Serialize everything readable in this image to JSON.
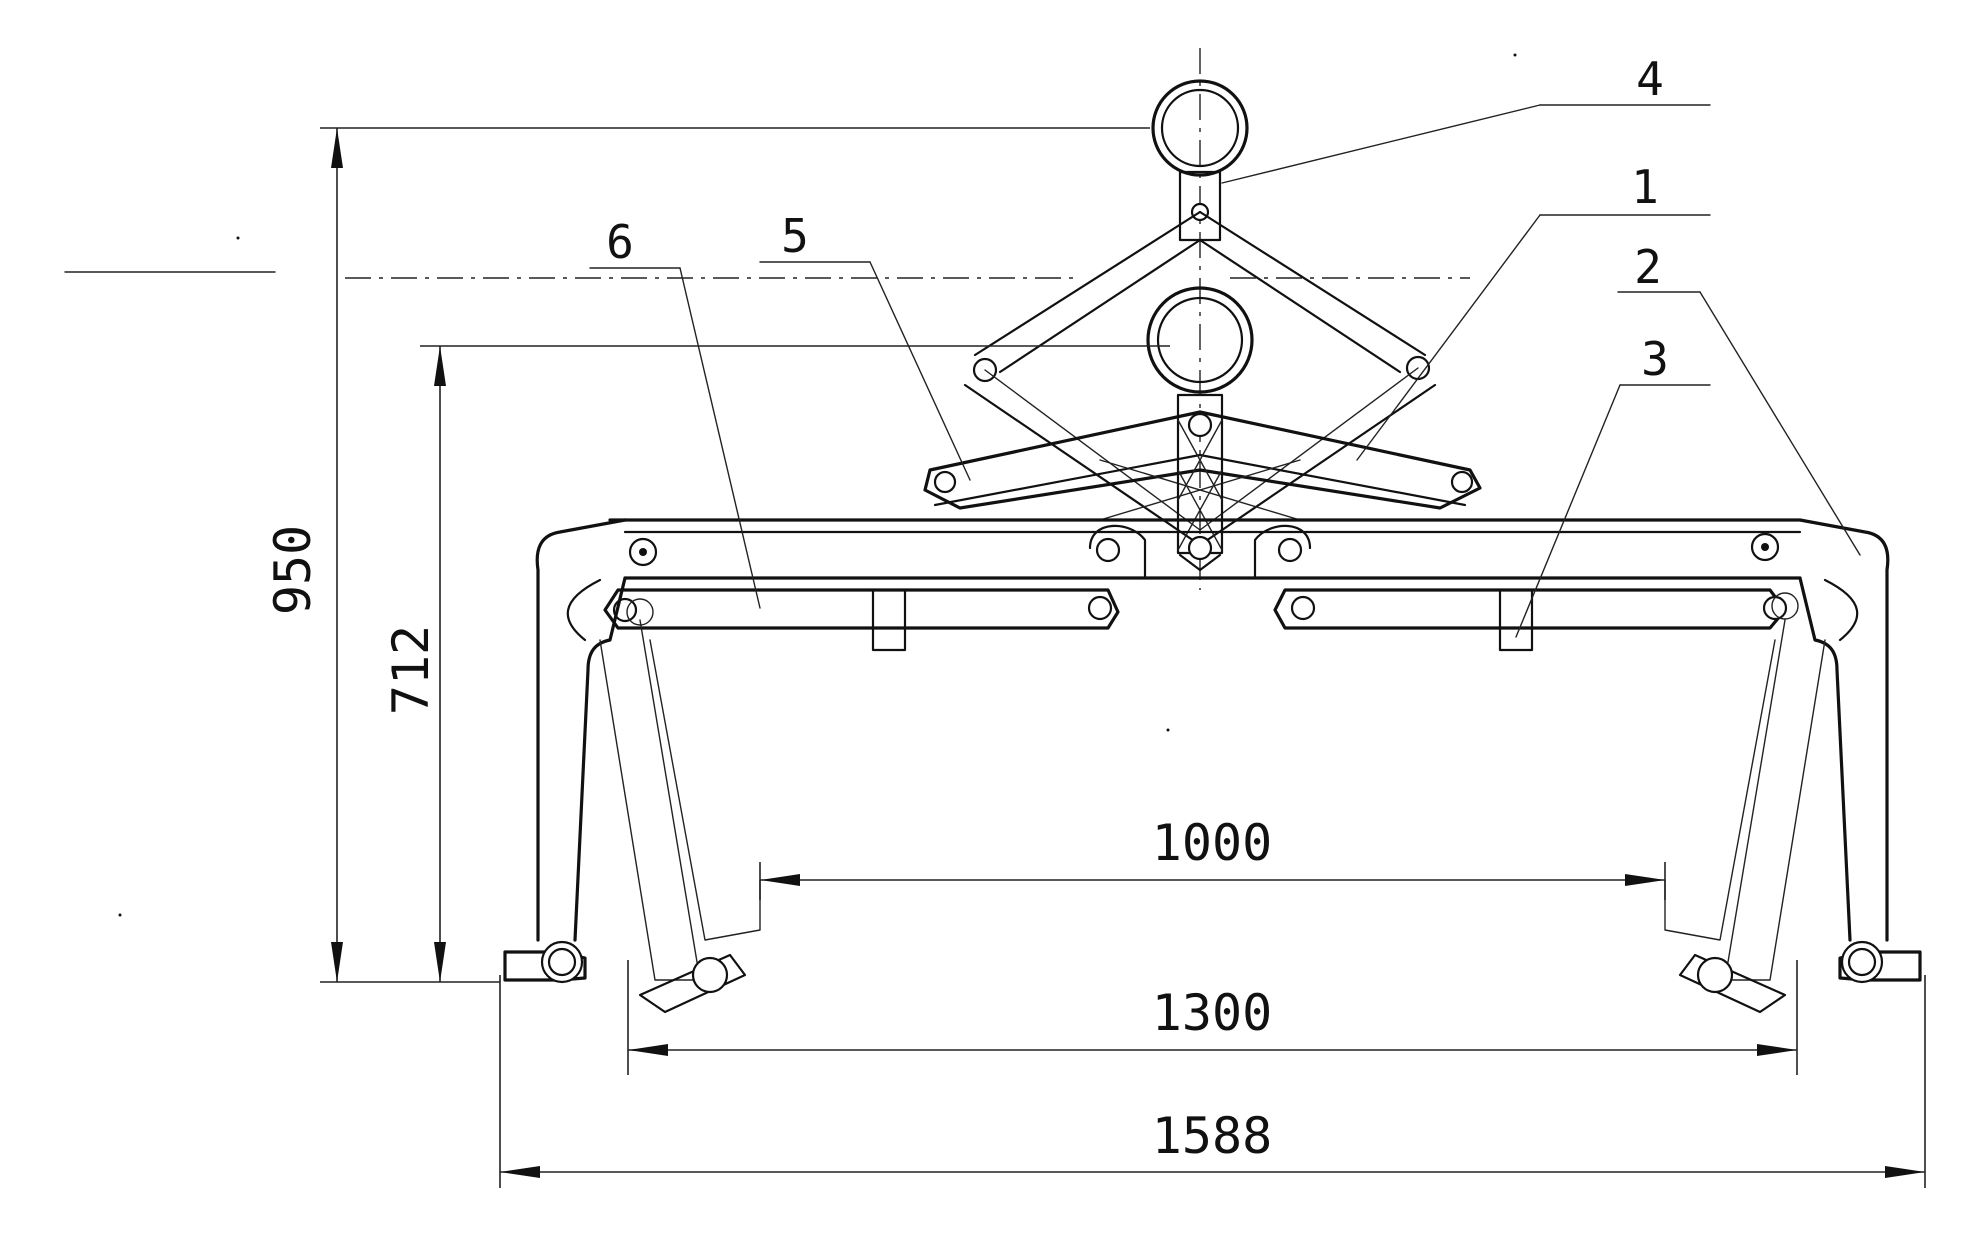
{
  "drawing": {
    "dimensions": {
      "overall_height": "950",
      "beam_height": "712",
      "inner_span": "1000",
      "middle_span": "1300",
      "overall_width": "1588"
    },
    "part_labels": [
      "1",
      "2",
      "3",
      "4",
      "5",
      "6"
    ]
  }
}
